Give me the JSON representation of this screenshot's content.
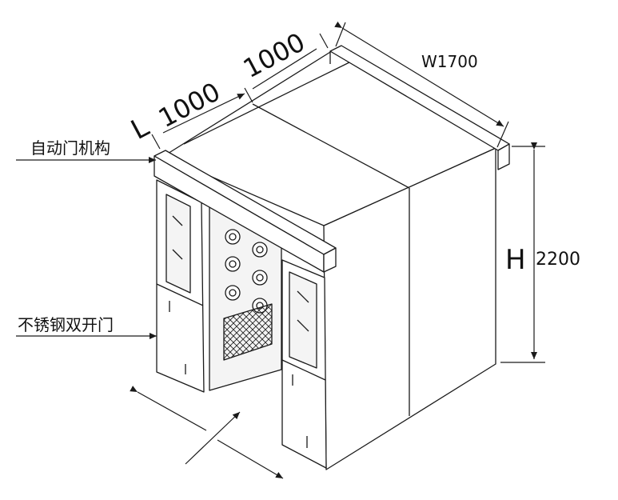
{
  "dimensions": {
    "length_label": "L",
    "length_segment_1": "1000",
    "length_segment_2": "1000",
    "width_label": "W1700",
    "height_letter": "H",
    "height_value": "2200"
  },
  "callouts": {
    "door_mechanism": "自动门机构",
    "stainless_doors": "不锈钢双开门"
  },
  "colors": {
    "line": "#1a1a1a",
    "fill": "#ffffff",
    "panel": "#f4f4f4"
  }
}
